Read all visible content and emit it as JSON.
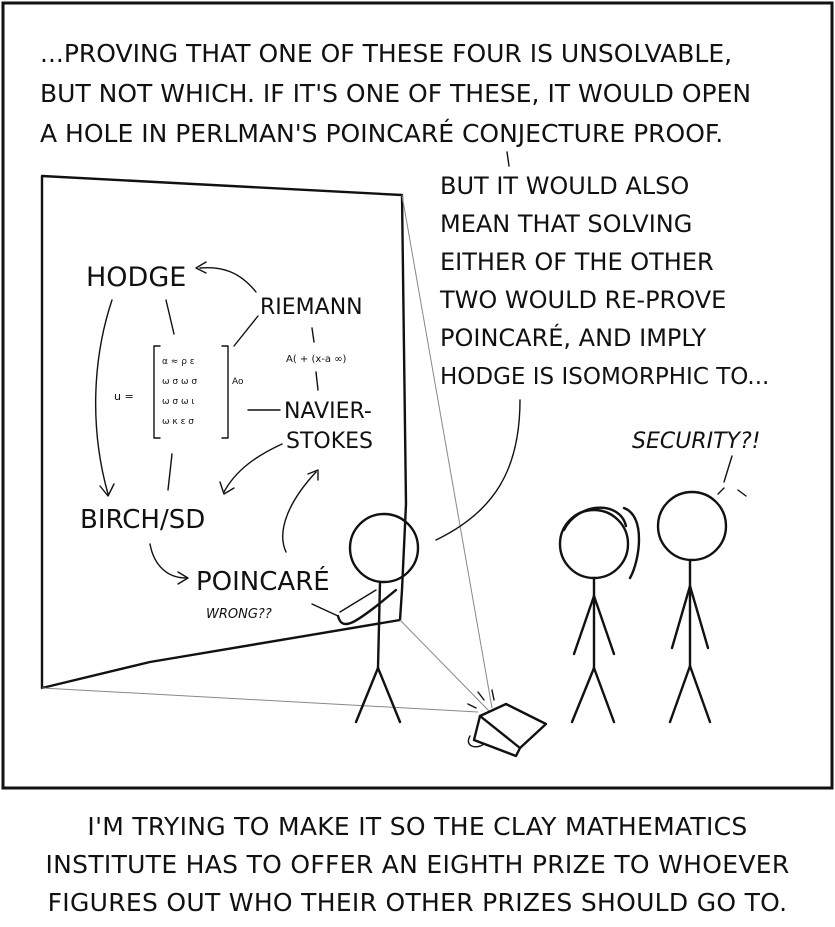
{
  "panel": {
    "top_text": [
      "...PROVING THAT ONE OF THESE FOUR IS UNSOLVABLE,",
      "BUT NOT WHICH. IF IT'S ONE OF THESE, IT WOULD OPEN",
      "A HOLE IN PERLMAN'S POINCARÉ CONJECTURE PROOF."
    ],
    "speech_right": [
      "BUT IT WOULD ALSO",
      "MEAN THAT SOLVING",
      "EITHER OF THE OTHER",
      "TWO WOULD RE-PROVE",
      "POINCARÉ, AND IMPLY",
      "HODGE IS ISOMORPHIC TO..."
    ],
    "exclaim": "SECURITY?!",
    "board": {
      "hodge": "HODGE",
      "riemann": "RIEMANN",
      "navier": "NAVIER-",
      "stokes": "STOKES",
      "birch": "BIRCH/SD",
      "poincare": "POINCARÉ",
      "wrong": "WRONG??",
      "u_eq": "u =",
      "matrix_note": "Ao",
      "riemann_formula": "A( + (x-a ∞)"
    }
  },
  "caption": [
    "I'M TRYING TO MAKE IT SO THE CLAY MATHEMATICS",
    "INSTITUTE HAS TO OFFER AN EIGHTH PRIZE TO WHOEVER",
    "FIGURES OUT WHO THEIR OTHER PRIZES SHOULD GO TO."
  ]
}
